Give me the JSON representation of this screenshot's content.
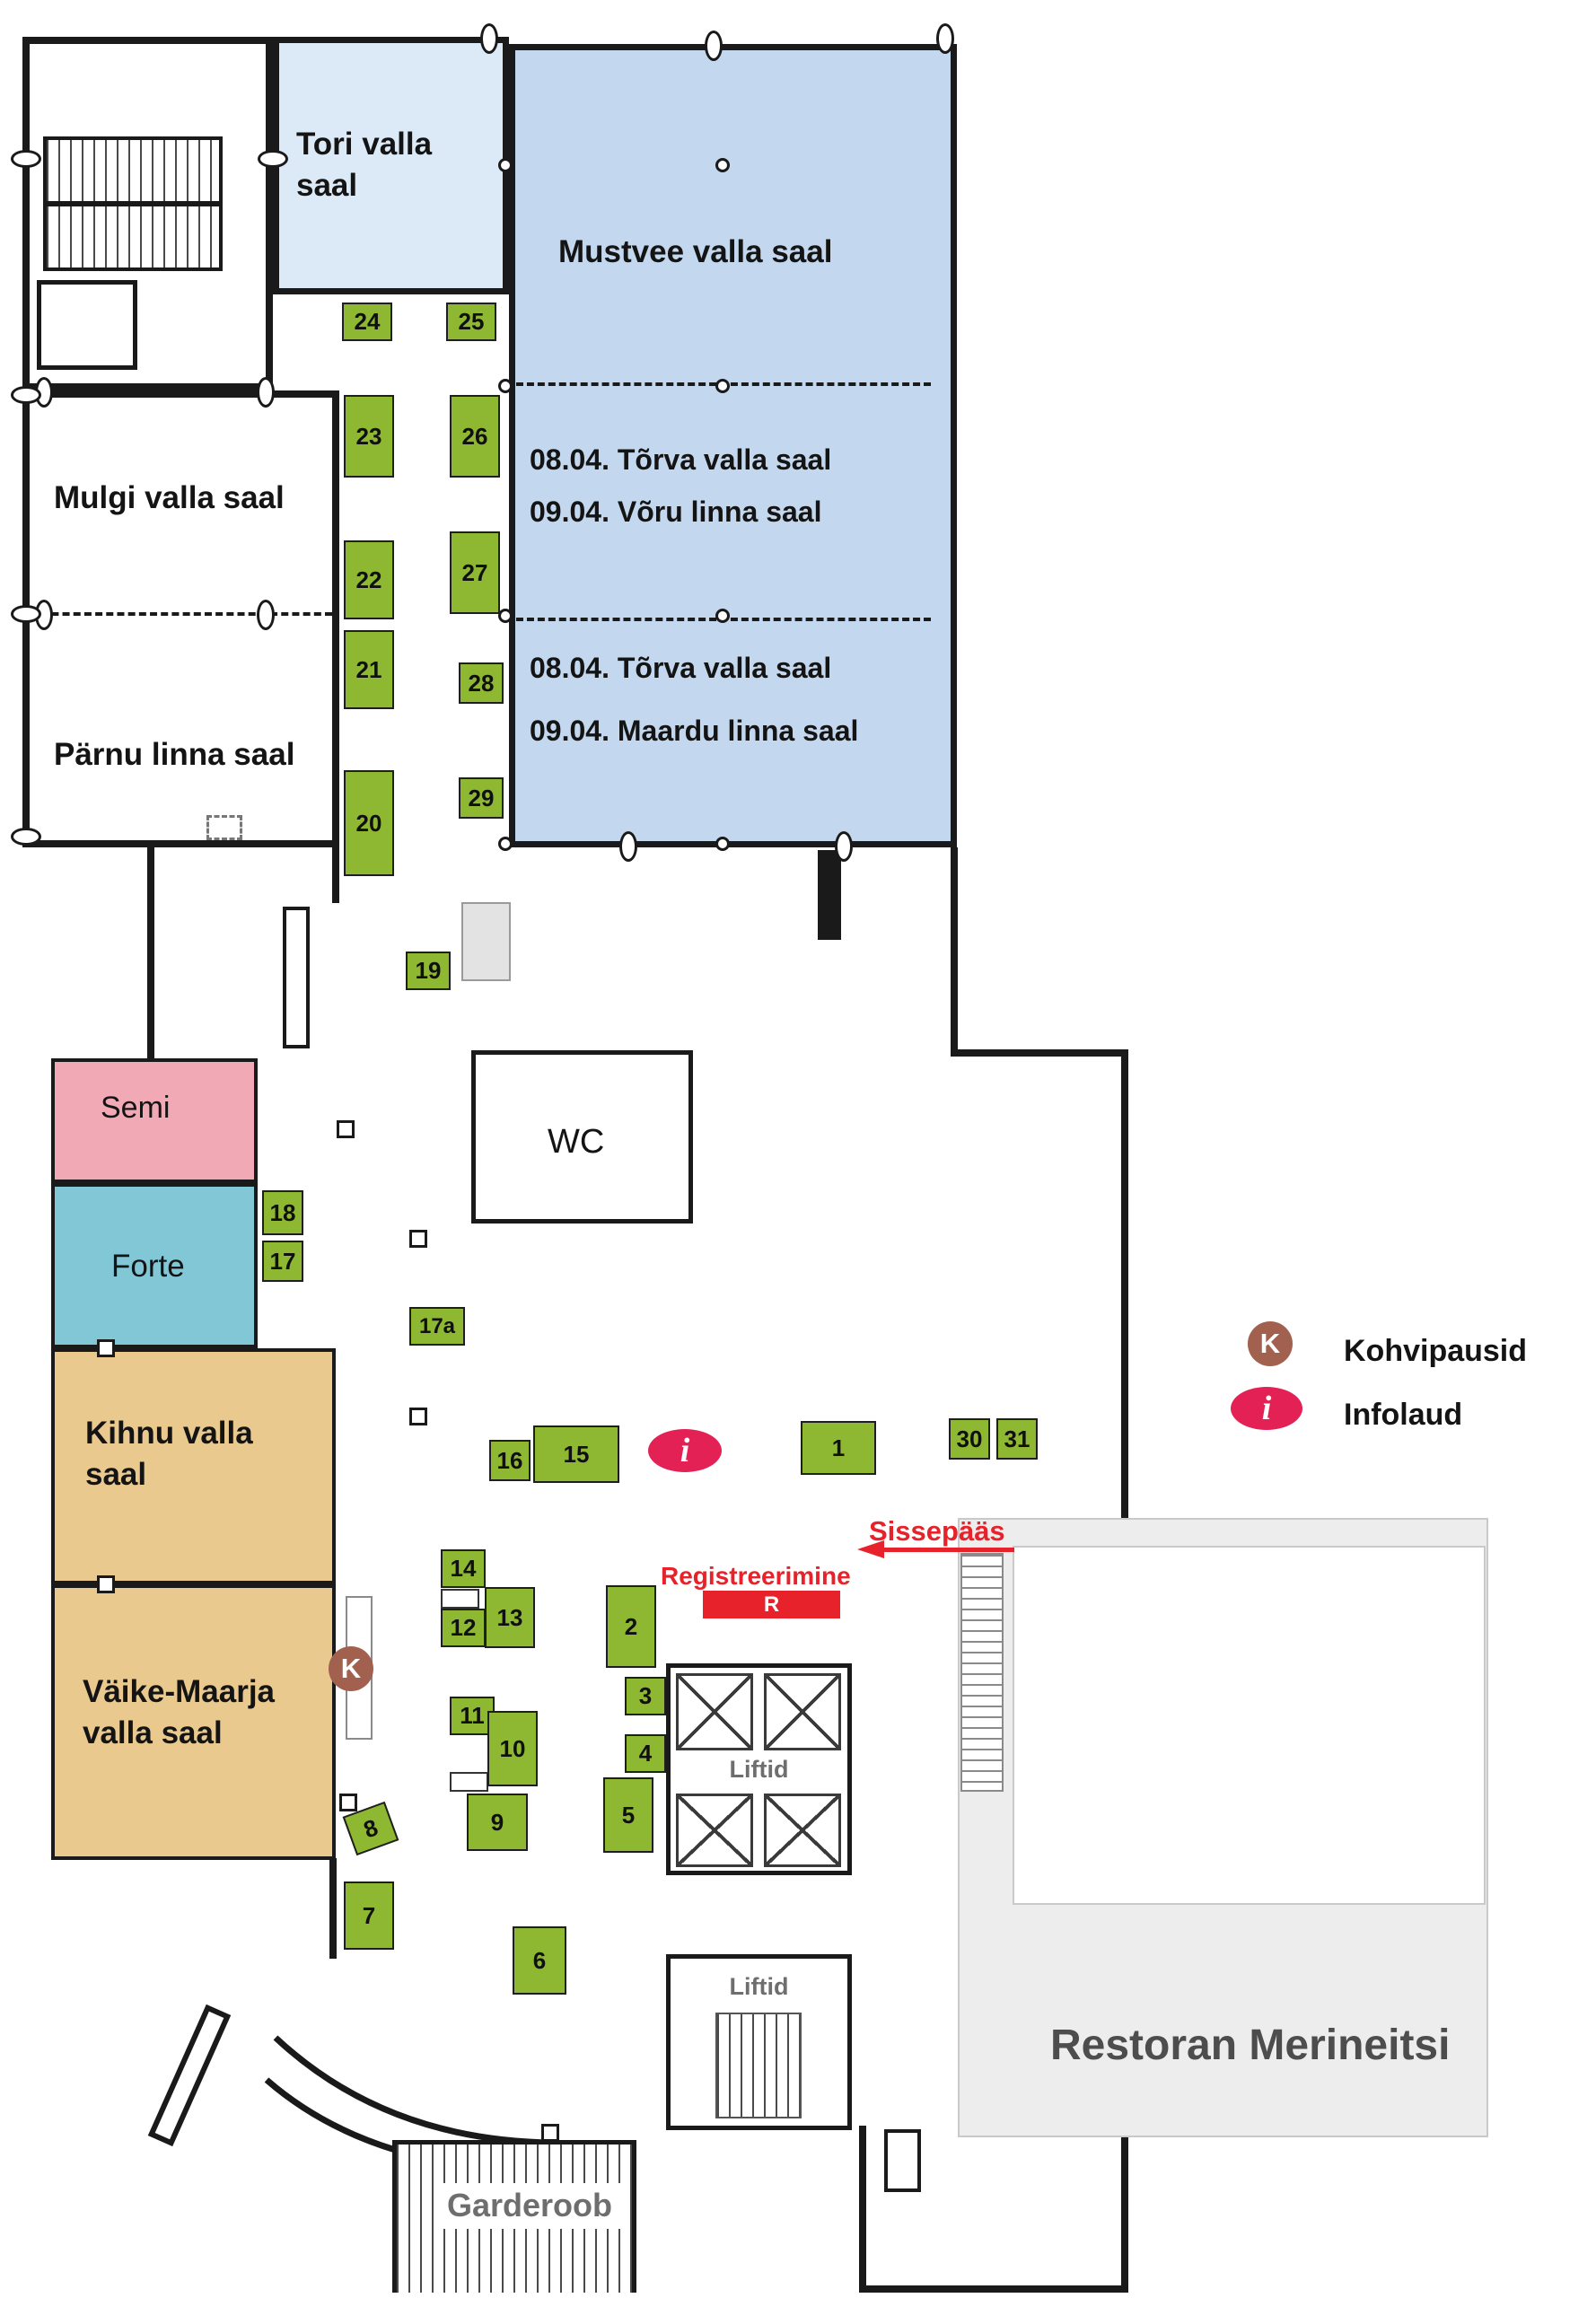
{
  "rooms": {
    "tori": "Tori valla saal",
    "mustvee": "Mustvee valla saal",
    "torva_voru_line1": "08.04. Tõrva  valla saal",
    "torva_voru_line2": "09.04. Võru linna saal",
    "torva_maardu_line1": "08.04. Tõrva  valla saal",
    "torva_maardu_line2": "09.04. Maardu linna saal",
    "mulgi": "Mulgi valla saal",
    "parnu": "Pärnu linna saal",
    "semi": "Semi",
    "forte": "Forte",
    "kihnu": "Kihnu valla saal",
    "vaike_maarja": "Väike-Maarja valla saal",
    "wc": "WC",
    "liftid": "Liftid",
    "restoran": "Restoran Merineitsi",
    "garderoob": "Garderoob"
  },
  "booths": {
    "1": "1",
    "2": "2",
    "3": "3",
    "4": "4",
    "5": "5",
    "6": "6",
    "7": "7",
    "8": "8",
    "9": "9",
    "10": "10",
    "11": "11",
    "12": "12",
    "13": "13",
    "14": "14",
    "15": "15",
    "16": "16",
    "17": "17",
    "17a": "17a",
    "18": "18",
    "19": "19",
    "20": "20",
    "21": "21",
    "22": "22",
    "23": "23",
    "24": "24",
    "25": "25",
    "26": "26",
    "27": "27",
    "28": "28",
    "29": "29",
    "30": "30",
    "31": "31"
  },
  "signs": {
    "sissepaas": "Sissepääs",
    "registreerimine": "Registreerimine",
    "r_desk": "R"
  },
  "legend": {
    "k_symbol": "K",
    "k_label": "Kohvipausid",
    "i_symbol": "i",
    "i_label": "Infolaud"
  },
  "colors": {
    "booth_green": "#8fb832",
    "room_blue": "#c3d8ee",
    "room_blue_light": "#dce9f6",
    "room_tan": "#e9c98e",
    "room_pink": "#f2a9b6",
    "room_teal": "#82c7d6",
    "accent_red": "#e8222a",
    "info_pink": "#e32155",
    "coffee_brown": "#a2604e",
    "wall_black": "#1a1a1a",
    "restaurant_gray": "#ededed"
  }
}
